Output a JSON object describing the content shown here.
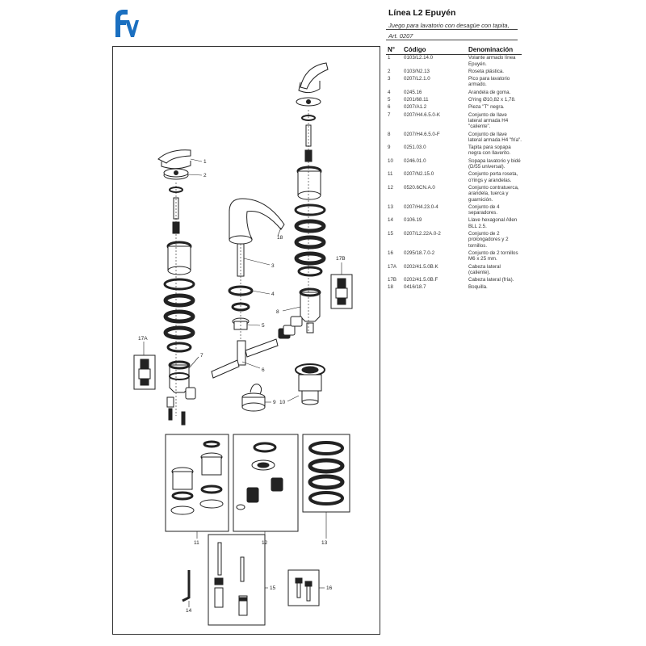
{
  "header": {
    "brand_icon": "fv-logo",
    "title": "Línea L2 Epuyén",
    "subtitle": "Juego para lavatorio con desagüe con tapita,",
    "article": "Art. 0207"
  },
  "table": {
    "headers": {
      "no": "N°",
      "code": "Código",
      "name": "Denominación"
    },
    "rows": [
      {
        "no": "1",
        "code": "0103/L2.14.0",
        "name": "Volante armado línea Epuyén."
      },
      {
        "no": "2",
        "code": "0103/N2.13",
        "name": "Roseta plástica."
      },
      {
        "no": "3",
        "code": "0207/L2.1.0",
        "name": "Pico para lavatorio armado."
      },
      {
        "no": "4",
        "code": "0245.16",
        "name": "Arandela de goma."
      },
      {
        "no": "5",
        "code": "0201/68.11",
        "name": "O'ring Ø10,82 x 1,78."
      },
      {
        "no": "6",
        "code": "0207/A1.2",
        "name": "Pieza \"T\" negra."
      },
      {
        "no": "7",
        "code": "0207/H4.6.5.0-K",
        "name": "Conjunto de llave lateral armada H4 \"caliente\"."
      },
      {
        "no": "8",
        "code": "0207/H4.6.5.0-F",
        "name": "Conjunto de llave lateral armada H4 \"fría\"."
      },
      {
        "no": "9",
        "code": "0251.03.0",
        "name": "Tapita para sopapa negra con llaverito."
      },
      {
        "no": "10",
        "code": "0246.01.0",
        "name": "Sopapa lavatorio y bidé (D/55 universal)."
      },
      {
        "no": "11",
        "code": "0207/N2.15.0",
        "name": "Conjunto porta roseta, o'rings y arandelas."
      },
      {
        "no": "12",
        "code": "0520.6CN.A.0",
        "name": "Conjunto contratuerca, arandela, tuerca y guarnición."
      },
      {
        "no": "13",
        "code": "0207/H4.23.0-4",
        "name": "Conjunto de 4 separadores."
      },
      {
        "no": "14",
        "code": "0106.19",
        "name": "Llave hexagonal Allen BLL 2.5."
      },
      {
        "no": "15",
        "code": "0207/L2.22A.0-2",
        "name": "Conjunto de 2 prolongadores y 2 tornillos."
      },
      {
        "no": "16",
        "code": "0295/18.7.0-2",
        "name": "Conjunto de 2 tornillos M6 x 25 mm."
      },
      {
        "no": "17A",
        "code": "0202/41.5.0B.K",
        "name": "Cabeza lateral (caliente)."
      },
      {
        "no": "17B",
        "code": "0202/41.5.0B.F",
        "name": "Cabeza lateral (fría)."
      },
      {
        "no": "18",
        "code": "0416/18.7",
        "name": "Boquilla."
      }
    ]
  },
  "diagram": {
    "callouts": {
      "c1": "1",
      "c2": "2",
      "c3": "3",
      "c4": "4",
      "c5": "5",
      "c6": "6",
      "c7": "7",
      "c8": "8",
      "c9": "9",
      "c10": "10",
      "c11": "11",
      "c12": "12",
      "c13": "13",
      "c14": "14",
      "c15": "15",
      "c16": "16",
      "c17a": "17A",
      "c17b": "17B",
      "c18": "18"
    }
  },
  "colors": {
    "line": "#222222",
    "brand": "#1a6fc0",
    "frame": "#333333",
    "light_fill": "#dddddd"
  }
}
